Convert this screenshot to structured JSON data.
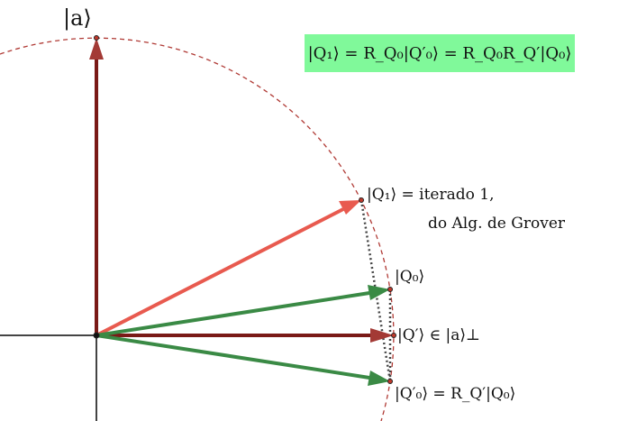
{
  "formula": "|Q₁⟩ = R_Q₀|Q′₀⟩ = R_Q₀R_Q′|Q₀⟩",
  "labels": {
    "a": "|a⟩",
    "q1_line1": "|Q₁⟩ = iterado 1,",
    "q1_line2": "do Alg. de Grover",
    "q0": "|Q₀⟩",
    "qprime": "|Q′⟩ ∈ |a⟩⊥",
    "q0prime": "|Q′₀⟩ = R_Q′|Q₀⟩"
  },
  "colors": {
    "dark_red": "#7a1a17",
    "red": "#e85a4f",
    "green": "#3a8a45",
    "circle": "#b03a35",
    "highlight": "#80f99a"
  }
}
